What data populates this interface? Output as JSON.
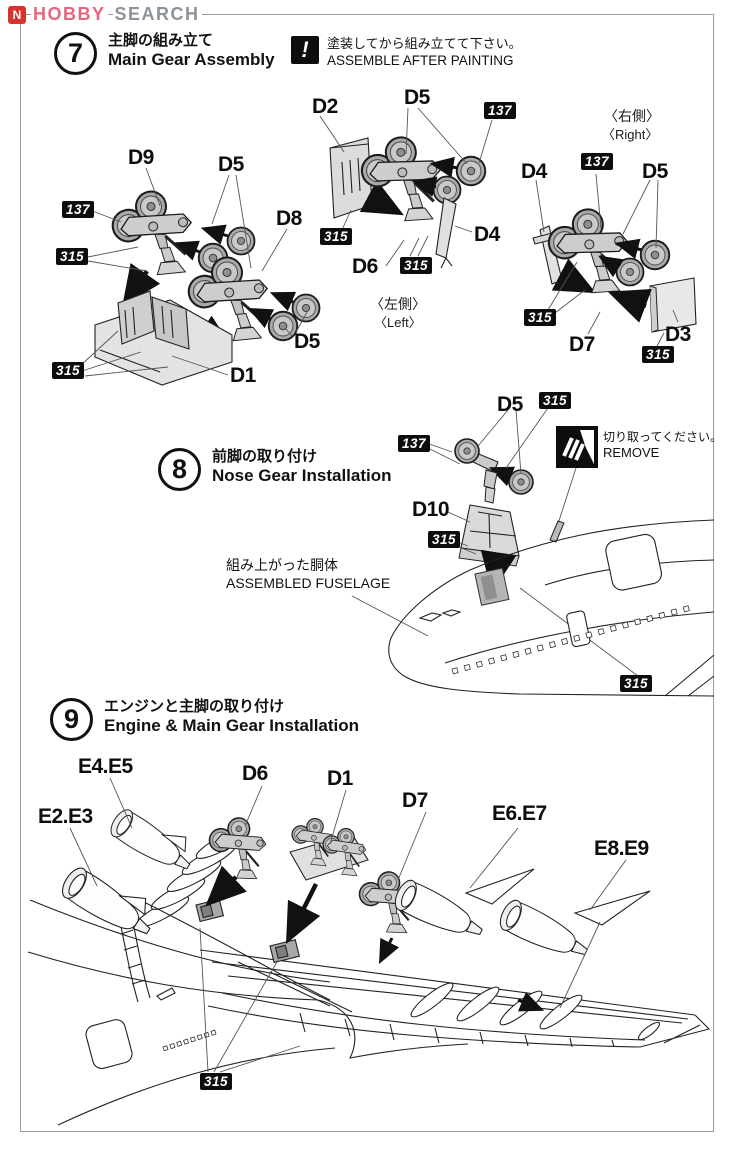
{
  "logo": {
    "hobby": "HOBBY",
    "search": "SEARCH"
  },
  "colors": {
    "logo_pink": "#e9647e",
    "logo_gray": "#8d929a",
    "logo_icon_red": "#d8342f",
    "badge_bg": "#0d0d0d",
    "badge_fg": "#ffffff",
    "line": "#222222",
    "page": "#ffffff"
  },
  "steps": [
    {
      "number": "7",
      "title_ja": "主脚の組み立て",
      "title_en": "Main Gear Assembly"
    },
    {
      "number": "8",
      "title_ja": "前脚の取り付け",
      "title_en": "Nose Gear Installation"
    },
    {
      "number": "9",
      "title_ja": "エンジンと主脚の取り付け",
      "title_en": "Engine & Main Gear Installation"
    }
  ],
  "warning": {
    "icon": "exclamation-icon",
    "ja": "塗装してから組み立てて下さい。",
    "en": "ASSEMBLE AFTER PAINTING"
  },
  "remove_note": {
    "icon": "cut-remove-icon",
    "ja": "切り取ってください。",
    "en": "REMOVE"
  },
  "fuselage_note": {
    "ja": "組み上がった胴体",
    "en": "ASSEMBLED FUSELAGE"
  },
  "side_notes": {
    "left_ja": "〈左側〉",
    "left_en": "〈Left〉",
    "right_ja": "〈右側〉",
    "right_en": "〈Right〉"
  },
  "callouts": [
    {
      "text": "D9",
      "kind": "part"
    },
    {
      "text": "D5",
      "kind": "part"
    },
    {
      "text": "137",
      "kind": "paint"
    },
    {
      "text": "315",
      "kind": "paint"
    },
    {
      "text": "D8",
      "kind": "part"
    },
    {
      "text": "D5",
      "kind": "part"
    },
    {
      "text": "315",
      "kind": "paint"
    },
    {
      "text": "D1",
      "kind": "part"
    },
    {
      "text": "D2",
      "kind": "part"
    },
    {
      "text": "D5",
      "kind": "part"
    },
    {
      "text": "137",
      "kind": "paint"
    },
    {
      "text": "315",
      "kind": "paint"
    },
    {
      "text": "D6",
      "kind": "part"
    },
    {
      "text": "315",
      "kind": "paint"
    },
    {
      "text": "D4",
      "kind": "part"
    },
    {
      "text": "D4",
      "kind": "part"
    },
    {
      "text": "137",
      "kind": "paint"
    },
    {
      "text": "D5",
      "kind": "part"
    },
    {
      "text": "315",
      "kind": "paint"
    },
    {
      "text": "D7",
      "kind": "part"
    },
    {
      "text": "D3",
      "kind": "part"
    },
    {
      "text": "315",
      "kind": "paint"
    },
    {
      "text": "137",
      "kind": "paint"
    },
    {
      "text": "D5",
      "kind": "part"
    },
    {
      "text": "315",
      "kind": "paint"
    },
    {
      "text": "D10",
      "kind": "part"
    },
    {
      "text": "315",
      "kind": "paint"
    },
    {
      "text": "315",
      "kind": "paint"
    },
    {
      "text": "E4.E5",
      "kind": "part"
    },
    {
      "text": "E2.E3",
      "kind": "part"
    },
    {
      "text": "D6",
      "kind": "part"
    },
    {
      "text": "D1",
      "kind": "part"
    },
    {
      "text": "D7",
      "kind": "part"
    },
    {
      "text": "E6.E7",
      "kind": "part"
    },
    {
      "text": "E8.E9",
      "kind": "part"
    },
    {
      "text": "315",
      "kind": "paint"
    }
  ]
}
